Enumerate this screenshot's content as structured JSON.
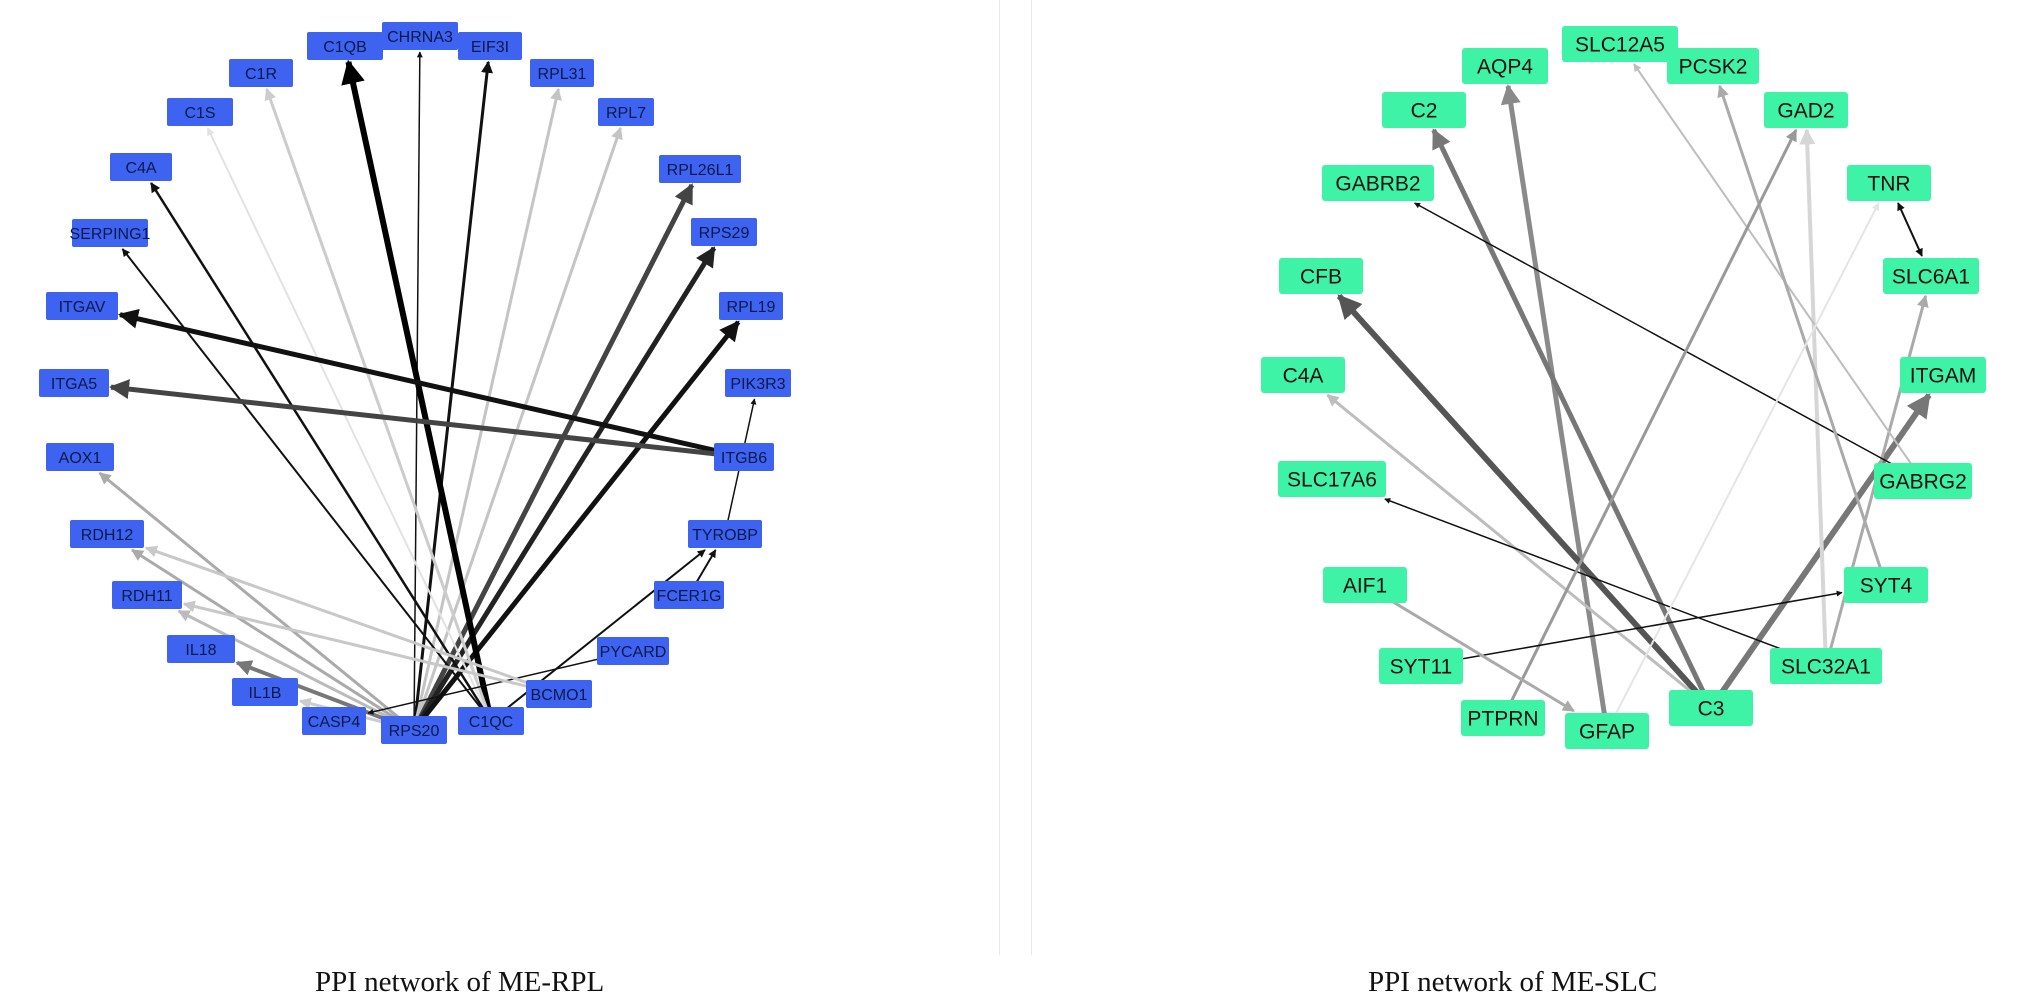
{
  "captions": {
    "left": "PPI network of ME-RPL",
    "right": "PPI network of ME-SLC"
  },
  "colors": {
    "rpl_node": "#3d63f0",
    "rpl_text": "#0a1a4a",
    "slc_node": "#3ef2a6",
    "slc_text": "#111111"
  },
  "rpl": {
    "nodes": [
      {
        "id": "C1QB",
        "label": "C1QB"
      },
      {
        "id": "CHRNA3",
        "label": "CHRNA3"
      },
      {
        "id": "EIF3I",
        "label": "EIF3I"
      },
      {
        "id": "C1R",
        "label": "C1R"
      },
      {
        "id": "RPL31",
        "label": "RPL31"
      },
      {
        "id": "C1S",
        "label": "C1S"
      },
      {
        "id": "RPL7",
        "label": "RPL7"
      },
      {
        "id": "C4A",
        "label": "C4A"
      },
      {
        "id": "RPL26L1",
        "label": "RPL26L1"
      },
      {
        "id": "SERPING1",
        "label": "SERPING1"
      },
      {
        "id": "RPS29",
        "label": "RPS29"
      },
      {
        "id": "ITGAV",
        "label": "ITGAV"
      },
      {
        "id": "RPL19",
        "label": "RPL19"
      },
      {
        "id": "ITGA5",
        "label": "ITGA5"
      },
      {
        "id": "PIK3R3",
        "label": "PIK3R3"
      },
      {
        "id": "AOX1",
        "label": "AOX1"
      },
      {
        "id": "ITGB6",
        "label": "ITGB6"
      },
      {
        "id": "RDH12",
        "label": "RDH12"
      },
      {
        "id": "TYROBP",
        "label": "TYROBP"
      },
      {
        "id": "RDH11",
        "label": "RDH11"
      },
      {
        "id": "FCER1G",
        "label": "FCER1G"
      },
      {
        "id": "IL18",
        "label": "IL18"
      },
      {
        "id": "PYCARD",
        "label": "PYCARD"
      },
      {
        "id": "IL1B",
        "label": "IL1B"
      },
      {
        "id": "BCMO1",
        "label": "BCMO1"
      },
      {
        "id": "CASP4",
        "label": "CASP4"
      },
      {
        "id": "RPS20",
        "label": "RPS20"
      },
      {
        "id": "C1QC",
        "label": "C1QC"
      }
    ],
    "edges": [
      {
        "from": "RPS20",
        "to": "CHRNA3",
        "shade": "#111111",
        "weight": 1.5
      },
      {
        "from": "RPS20",
        "to": "EIF3I",
        "shade": "#111111",
        "weight": 3
      },
      {
        "from": "RPS20",
        "to": "RPL31",
        "shade": "#c4c4c4",
        "weight": 3
      },
      {
        "from": "RPS20",
        "to": "RPL7",
        "shade": "#c4c4c4",
        "weight": 3
      },
      {
        "from": "RPS20",
        "to": "RPL26L1",
        "shade": "#444444",
        "weight": 5
      },
      {
        "from": "RPS20",
        "to": "RPS29",
        "shade": "#222222",
        "weight": 5
      },
      {
        "from": "RPS20",
        "to": "RPL19",
        "shade": "#111111",
        "weight": 5
      },
      {
        "from": "RPS20",
        "to": "IL18",
        "shade": "#777777",
        "weight": 4
      },
      {
        "from": "RPS20",
        "to": "RDH11",
        "shade": "#bbbbbb",
        "weight": 3
      },
      {
        "from": "RPS20",
        "to": "RDH12",
        "shade": "#aaaaaa",
        "weight": 3
      },
      {
        "from": "RPS20",
        "to": "AOX1",
        "shade": "#aaaaaa",
        "weight": 3
      },
      {
        "from": "RPS20",
        "to": "IL1B",
        "shade": "#cccccc",
        "weight": 3
      },
      {
        "from": "C1QC",
        "to": "C1QB",
        "shade": "#000000",
        "weight": 6
      },
      {
        "from": "C1QC",
        "to": "C1R",
        "shade": "#cccccc",
        "weight": 3
      },
      {
        "from": "C1QC",
        "to": "C1S",
        "shade": "#e2e2e2",
        "weight": 2
      },
      {
        "from": "C1QC",
        "to": "C4A",
        "shade": "#111111",
        "weight": 2.5
      },
      {
        "from": "C1QC",
        "to": "SERPING1",
        "shade": "#111111",
        "weight": 2
      },
      {
        "from": "C1QC",
        "to": "TYROBP",
        "shade": "#111111",
        "weight": 2
      },
      {
        "from": "ITGB6",
        "to": "ITGAV",
        "shade": "#111111",
        "weight": 5
      },
      {
        "from": "ITGB6",
        "to": "ITGA5",
        "shade": "#444444",
        "weight": 5
      },
      {
        "from": "TYROBP",
        "to": "PIK3R3",
        "shade": "#111111",
        "weight": 1.5
      },
      {
        "from": "FCER1G",
        "to": "TYROBP",
        "shade": "#111111",
        "weight": 2
      },
      {
        "from": "PYCARD",
        "to": "CASP4",
        "shade": "#111111",
        "weight": 1.5
      },
      {
        "from": "BCMO1",
        "to": "RDH11",
        "shade": "#c8c8c8",
        "weight": 3
      },
      {
        "from": "BCMO1",
        "to": "RDH12",
        "shade": "#c8c8c8",
        "weight": 3
      }
    ]
  },
  "slc": {
    "nodes": [
      {
        "id": "AQP4",
        "label": "AQP4"
      },
      {
        "id": "SLC12A5",
        "label": "SLC12A5"
      },
      {
        "id": "PCSK2",
        "label": "PCSK2"
      },
      {
        "id": "C2",
        "label": "C2"
      },
      {
        "id": "GAD2",
        "label": "GAD2"
      },
      {
        "id": "GABRB2",
        "label": "GABRB2"
      },
      {
        "id": "TNR",
        "label": "TNR"
      },
      {
        "id": "CFB",
        "label": "CFB"
      },
      {
        "id": "SLC6A1",
        "label": "SLC6A1"
      },
      {
        "id": "C4A",
        "label": "C4A"
      },
      {
        "id": "ITGAM",
        "label": "ITGAM"
      },
      {
        "id": "SLC17A6",
        "label": "SLC17A6"
      },
      {
        "id": "GABRG2",
        "label": "GABRG2"
      },
      {
        "id": "AIF1",
        "label": "AIF1"
      },
      {
        "id": "SYT4",
        "label": "SYT4"
      },
      {
        "id": "SYT11",
        "label": "SYT11"
      },
      {
        "id": "SLC32A1",
        "label": "SLC32A1"
      },
      {
        "id": "PTPRN",
        "label": "PTPRN"
      },
      {
        "id": "C3",
        "label": "C3"
      },
      {
        "id": "GFAP",
        "label": "GFAP"
      }
    ],
    "edges": [
      {
        "from": "GFAP",
        "to": "AQP4",
        "shade": "#8a8a8a",
        "weight": 5
      },
      {
        "from": "C3",
        "to": "C2",
        "shade": "#777777",
        "weight": 5
      },
      {
        "from": "C3",
        "to": "CFB",
        "shade": "#555555",
        "weight": 6
      },
      {
        "from": "C3",
        "to": "ITGAM",
        "shade": "#777777",
        "weight": 6
      },
      {
        "from": "C3",
        "to": "C4A",
        "shade": "#bdbdbd",
        "weight": 3
      },
      {
        "from": "SLC32A1",
        "to": "GAD2",
        "shade": "#d6d6d6",
        "weight": 4
      },
      {
        "from": "SLC32A1",
        "to": "SLC6A1",
        "shade": "#aaaaaa",
        "weight": 3
      },
      {
        "from": "SLC32A1",
        "to": "SLC17A6",
        "shade": "#111111",
        "weight": 1.5
      },
      {
        "from": "GABRG2",
        "to": "SLC12A5",
        "shade": "#bdbdbd",
        "weight": 2
      },
      {
        "from": "GABRG2",
        "to": "GABRB2",
        "shade": "#111111",
        "weight": 1.5
      },
      {
        "from": "SYT4",
        "to": "PCSK2",
        "shade": "#aaaaaa",
        "weight": 3
      },
      {
        "from": "PTPRN",
        "to": "GAD2",
        "shade": "#999999",
        "weight": 3
      },
      {
        "from": "GFAP",
        "to": "TNR",
        "shade": "#e5e5e5",
        "weight": 2
      },
      {
        "from": "TNR",
        "to": "SLC6A1",
        "shade": "#111111",
        "weight": 2,
        "both": true
      },
      {
        "from": "SYT11",
        "to": "SYT4",
        "shade": "#111111",
        "weight": 1.5
      },
      {
        "from": "AIF1",
        "to": "GFAP",
        "shade": "#aaaaaa",
        "weight": 3
      }
    ]
  }
}
